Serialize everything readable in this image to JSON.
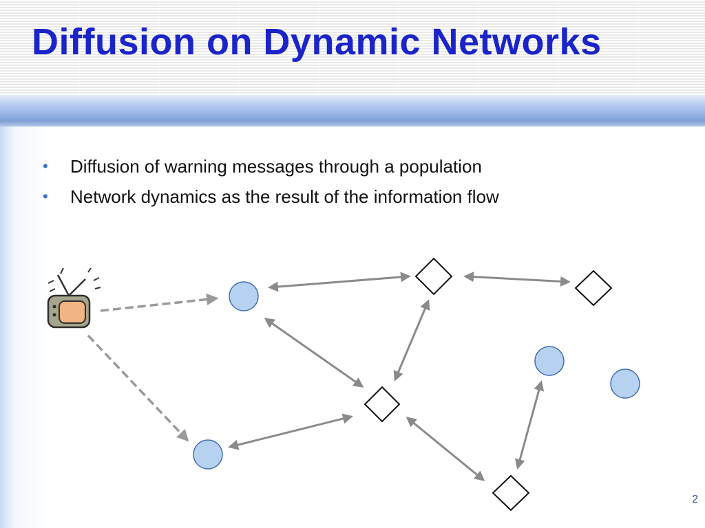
{
  "slide": {
    "title": "Diffusion on Dynamic Networks",
    "bullets": [
      "Diffusion of warning messages through a population",
      "Network dynamics as the result of the information flow"
    ],
    "page_number": "2"
  },
  "colors": {
    "title": "#1a24c8",
    "bullet_marker": "#3b6fc7",
    "node_fill": "#b7d1f0",
    "node_stroke": "#3f6fb0",
    "edge": "#8a8a8a",
    "tv_screen": "#f2b482"
  },
  "icons": [
    "tv-icon",
    "circle-node",
    "diamond-node",
    "arrow"
  ]
}
